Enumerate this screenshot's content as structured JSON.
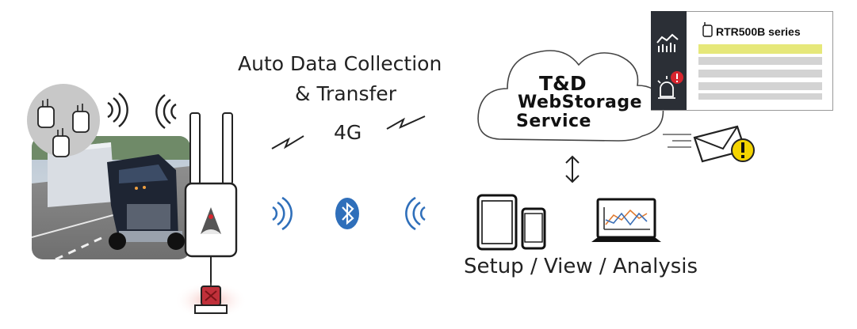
{
  "diagram": {
    "heading_line1": "Auto Data Collection",
    "heading_line2": "& Transfer",
    "network_label": "4G",
    "cloud": {
      "line1": "T&D",
      "line2": "WebStorage",
      "line3": "Service"
    },
    "panel": {
      "title": "RTR500B series",
      "rows": [
        "highlight",
        "gray",
        "white",
        "gray",
        "white",
        "gray"
      ]
    },
    "bottom_label": "Setup / View / Analysis",
    "icons": [
      "logger-icon",
      "wifi-signal-icon",
      "truck-photo",
      "gateway-device-icon",
      "bluetooth-icon",
      "tablet-icon",
      "smartphone-icon",
      "laptop-icon",
      "mail-icon",
      "warning-icon",
      "alarm-light-icon",
      "chart-icon",
      "updown-arrow-icon"
    ],
    "colors": {
      "bluetooth": "#2f6fba",
      "panel_highlight": "#e6e87a",
      "panel_side": "#2b2f36",
      "warning": "#f4d400",
      "alert_red": "#d8252e",
      "circle_gray": "#c8c8c8"
    }
  }
}
